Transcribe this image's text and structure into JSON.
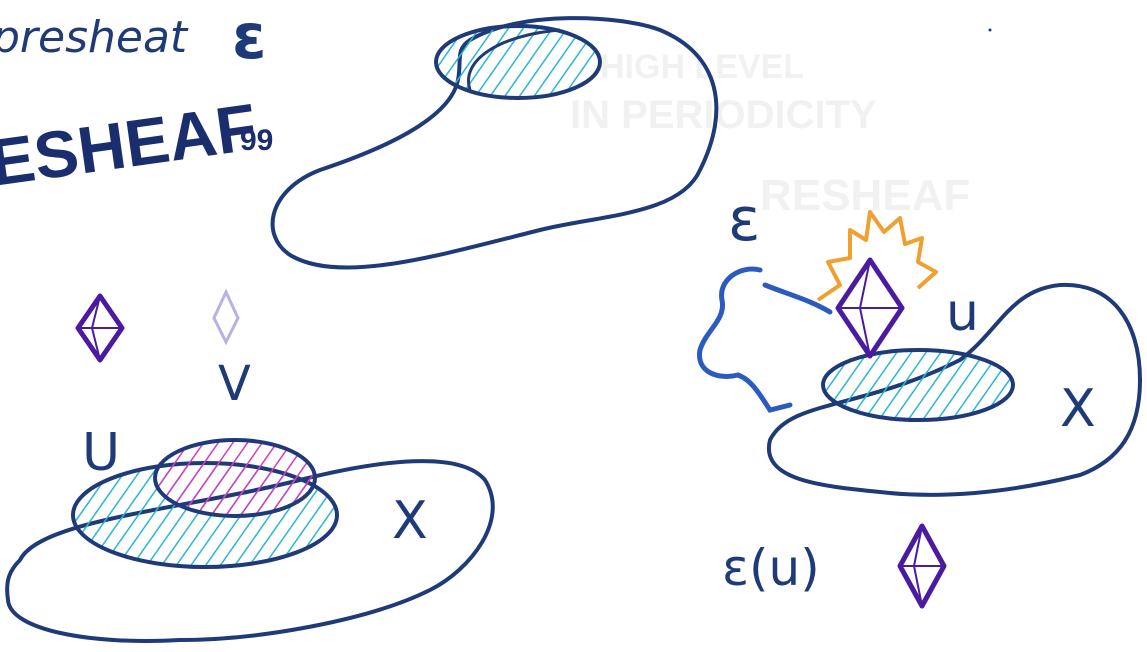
{
  "header": {
    "presheaf_line": "presheat",
    "presheaf_symbol": "ε",
    "title_fragment": "ESHEAF",
    "quote_marks": "99"
  },
  "left_diagram": {
    "label_u": "U",
    "label_v": "V",
    "label_x": "X"
  },
  "right_diagram": {
    "label_e": "ε",
    "label_u": "u",
    "label_x": "X",
    "section_label": "ε(u)"
  },
  "colors": {
    "outline": "#1f3a78",
    "cyan_hatch": "#29b6d6",
    "magenta_hatch": "#d63ac2",
    "crystal": "#4a1aa0",
    "crystal_faint": "#b8b0e6",
    "spark": "#f0a030",
    "figure": "#2c5bbf"
  },
  "icons": [
    "crystal-icon",
    "faint-crystal-icon",
    "spark-icon",
    "stick-figure-icon"
  ]
}
